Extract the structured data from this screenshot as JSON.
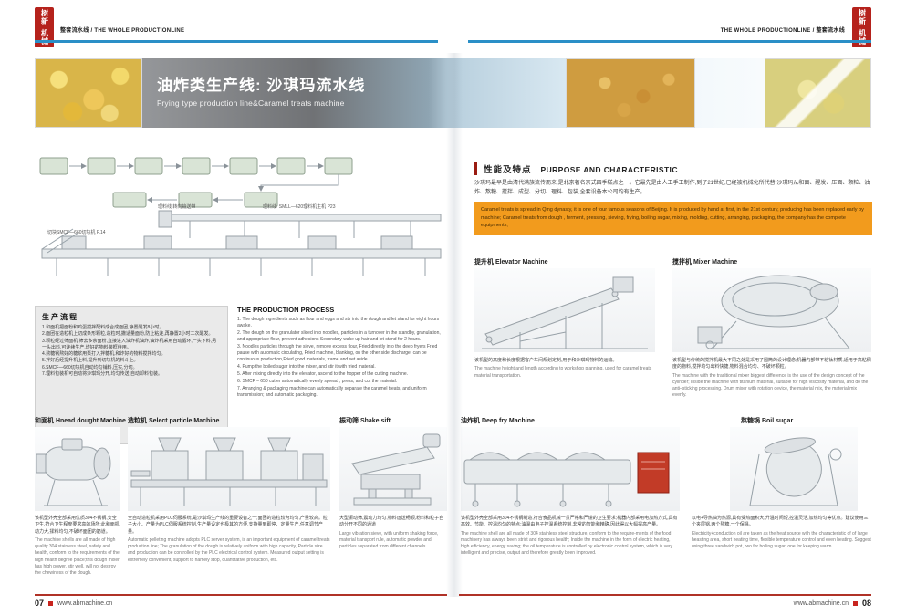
{
  "brand": {
    "seal_line1": "树新",
    "seal_line2": "机械"
  },
  "header": {
    "left_label": "整套流水线 / THE WHOLE PRODUCTIONLINE",
    "right_label": "THE WHOLE PRODUCTIONLINE / 整套流水线"
  },
  "banner": {
    "title_cn": "油炸类生产线: 沙琪玛流水线",
    "title_en": "Frying type production line&Caramel treats machine"
  },
  "diagram": {
    "label_conveyor": "理料线 转向输送带",
    "label_line": "理料线: SMLL—620理料机主机 P23",
    "label_cutter": "切块SMCF—660切块机 P.14"
  },
  "process_cn": {
    "title": "生产流程",
    "steps": [
      "1.和面机把面粉和鸡蛋搅拌配料成合成面团,静置醒发8小时。",
      "2.面团在造粒机上切成条形颗粒,造粒时,撒适量面粉,防止粘连,再静置2小时二次醒发。",
      "3.颗粒经过筛面机,筛去多余面粉,直接进入油炸机油炸,油炸机采用自动循环,一头下料,另一头出料,可连续生产,炸好的物料装框待用。",
      "4.熬糖锅熬好的糖浆用泵打入拌糖机,和炸好的物料搅拌均匀。",
      "5.拌好后经提升机上料,提升到切块机的料斗上。",
      "6.SMCF—660切块机自动均匀铺料,压实,分切。",
      "7.理料包装机可自动将沙琪玛分开,均匀传送,自动卸料包装。"
    ]
  },
  "process_en": {
    "title": "THE PRODUCTION PROCESS",
    "steps": [
      "1. The dough ingredients such as flour and eggs and stir into the dough and let stand for eight hours awake.",
      "2. The dough on the granulator sliced into noodles, particles in a turnover in the standby, granulation, and appropriate flour, prevent adhesions Secondary wake up hair and let stand for 2 hours.",
      "3. Noodles particles through the sieve, remove excess flour, Fried directly into the deep fryers Fried pause with automatic circulating, Fried machine, blanking, on the other side discharge, can be continuous production,Fried good materials, frame and set aside.",
      "4. Pump the boiled sugar into the mixer, and stir it with fried material.",
      "5. After mixing directly into the elevator, ascend to the hopper of the cutting machine.",
      "6. SMCF – 650 cutter automatically evenly spread , press, and cut the material.",
      "7. Arranging & packaging machine can automatically separate the caramel treats, and uniform transmission; and automatic packaging."
    ]
  },
  "purpose": {
    "title_cn": "性能及特点",
    "title_en": "PURPOSE AND CHARACTERISTIC",
    "body_cn": "沙琪玛最早是由清代满族流传而来,是北京著名京式四季糕点之一。它最先是由人工手工制作,到了21世纪,已经被机械化所代替,沙琪玛从和面、醒发、压面、颗粒、油炸、熬糖、搅拌、成型、分切、理料、包装,全套设备本公司均有生产。",
    "body_en": "Caramel treats is spread in Qing dynasty, it is one of four famous seasons of Beijing. It is produced by hand at first, in the 21st century, producing has been replaced early by machine; Caramel treats from dough , ferment, pressing, sieving, frying, boiling sugar, mixing, molding, cutting, arranging, packaging, the company has the complete equipments;"
  },
  "featured": {
    "elevator": {
      "title": "提升机 Elevator Machine",
      "desc_cn": "该机型的高度和长度根据客户车间规划定制,用于和沙琪玛物料的运输。",
      "desc_en": "The machine height and length according to workshop planning, used for caramel treats material transportation."
    },
    "mixer": {
      "title": "搅拌机 Mixer Machine",
      "desc_cn": "该机型与传统的搅拌机最大不同之处是采用了圆筒的设计理念;机器内部带不粘钛材质,适用于高粘稠度的物料,搅拌均匀出料快捷,物料混合均匀、不破坏颗粒。",
      "desc_en": "The machine with the traditional mixer biggest difference is the use of the design concept of the cylinder; Inside the machine with titanium material, suitable for high viscosity material, and do the anti–sticking processing. Drum mixer with rotation device, the material mix, the material mix evenly."
    }
  },
  "machines": [
    {
      "title": "和面机 Hnead dought Machine",
      "desc_cn": "该机型外壳全部采用优质304不锈钢,安全卫生,符合卫生程度要求高的场所;此和面机动力大,揉料均匀,不破坏面团的筋道。",
      "desc_en": "The machine shells are all made of high quality 304 stainless steel, safety and health, conform to the requirements of the high health degree place;this dough mixer has high power, stir well, will not destroy the chewiness of the dough."
    },
    {
      "title": "造粒机 Select particle Machine",
      "desc_cn": "全自动造粒机采用PLC伺服系统,是沙琪玛生产线的重要设备之一;面团的造粒较为均匀,产量较高。粒子大小、产量为PLC伺服系统控制,生产量设定也极其的方便,支持量到即停、定量生产,任意调节产量。",
      "desc_en": "Automatic pelleting machine adopts PLC server system, is an important equipment of caramel treats production line; The granulation of the dough is relatively uniform with high capacity, Particle size and production can be controlled by the PLC electrical control system. Measured output setting is extremely convenient, support to namely stop, quantitative production, etc."
    },
    {
      "title": "振动筛 Shake sift",
      "desc_cn": "大型振动筛,震动力均匀,物料运送畅顺,粉料和粒子自动分开不同的通道",
      "desc_en": "Large vibration sieve, with uniform shaking force, material transport rule, automatic powder and particles separated from different channels."
    },
    {
      "title": "油炸机 Deep fry Machine",
      "desc_cn": "该机型外壳全部采用304不锈钢制造,符合食品机械一贯严格和严谨的卫生要求;机器内部采用电加热方式,具有高效、节能、控温均匀的特点;油温由电子控温系统控制,非常的智能和精确,因此得以大幅提高产量。",
      "desc_en": "The machine shell are all made of 304 stainless steel structure, conform to the require-ments of the food machinery has always been strict and rigorous health; Inside the machine in the form of electric heating, high efficiency, energy saving; the oil temperature is controlled by electronic control system, which is very intelligent and precise, output and therefore greatly been improved."
    },
    {
      "title": "熬糖锅 Boil sugar",
      "desc_cn": "以电+导热油为热源,具有受热面积大,升温时间短,控温灵活,加热均匀等优点。建议使用三个夹层锅,两个熬糖,一个保温。",
      "desc_en": "Electricity+conduction oil are taken as the heat source with the characteristic of of large heasting area, short heating time, flexible temperature control and even heating. Suggest using three sandwich pot, two for boiling sugar, one for keeping warm."
    }
  ],
  "footer": {
    "left_page_no": "07",
    "right_page_no": "08",
    "url": "www.abmachine.cn"
  }
}
